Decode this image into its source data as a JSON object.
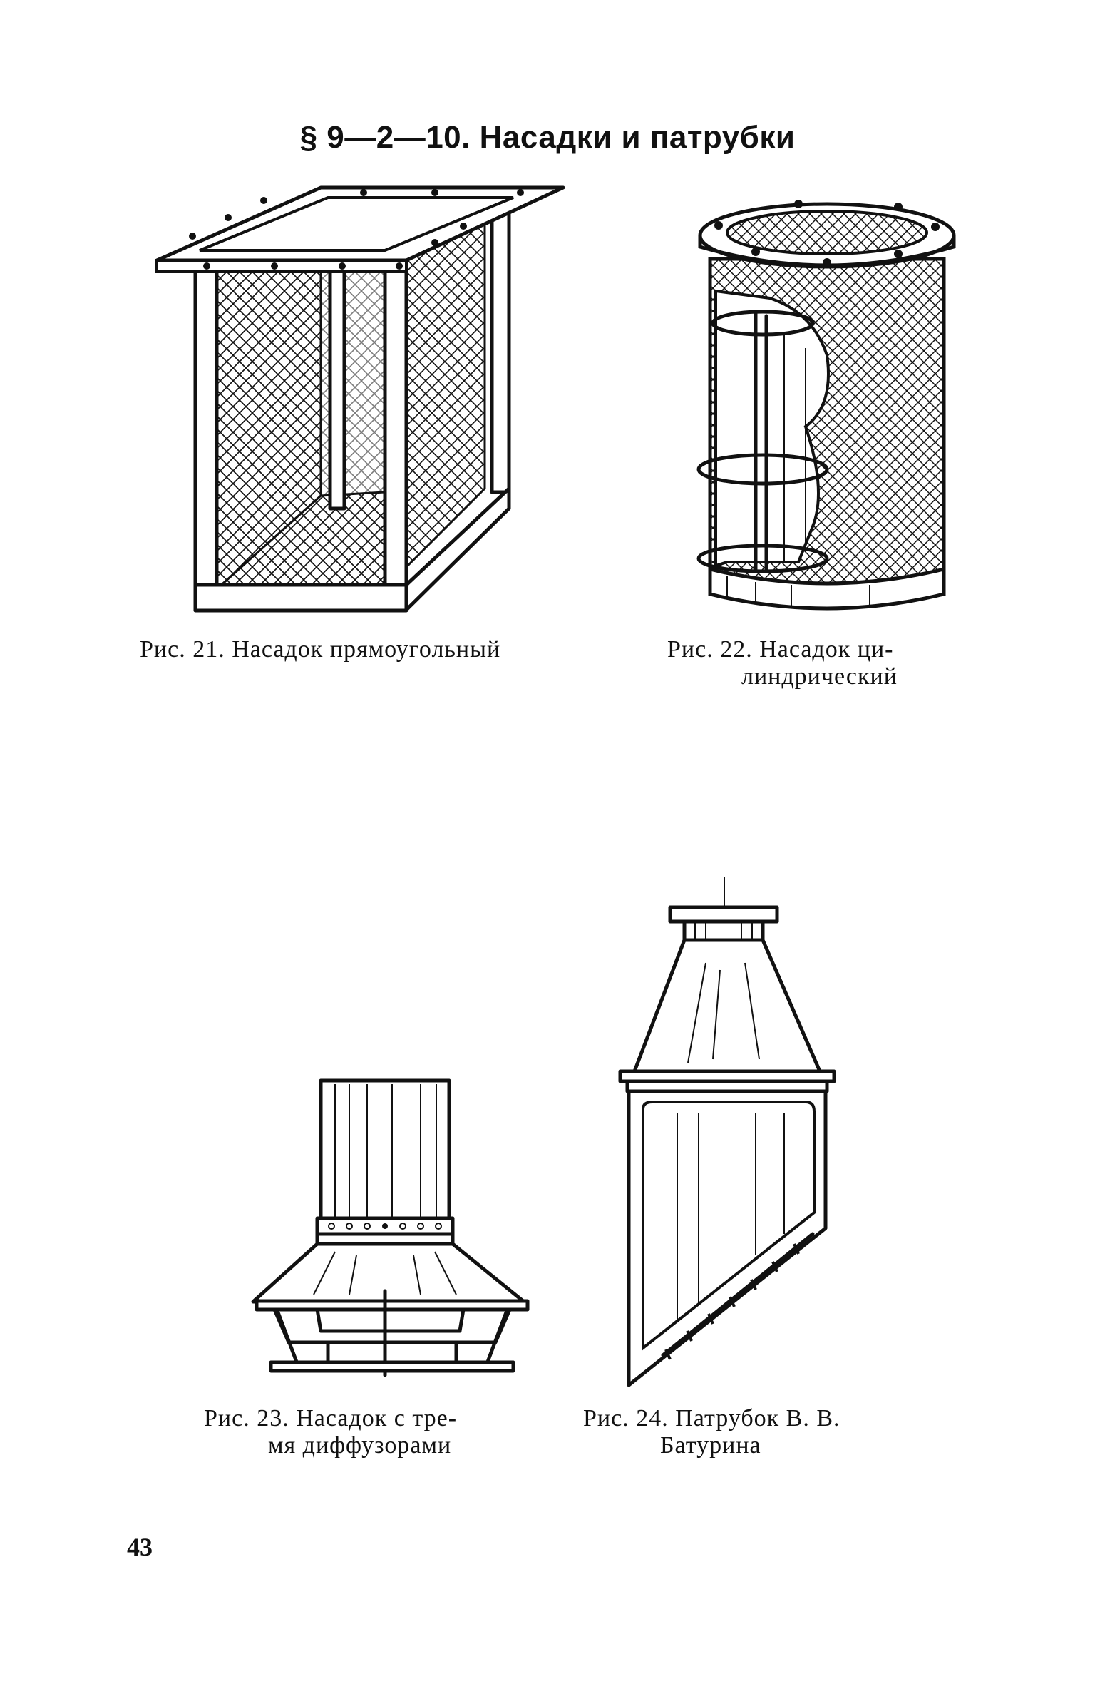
{
  "section_title": "§ 9—2—10. Насадки и патрубки",
  "figures": [
    {
      "caption": "Рис. 21. Насадок прямоугольный"
    },
    {
      "caption_line1": "Рис. 22. Насадок ци-",
      "caption_line2": "линдрический"
    },
    {
      "caption_line1": "Рис. 23. Насадок с тре-",
      "caption_line2": "мя диффузорами"
    },
    {
      "caption_line1": "Рис. 24. Патрубок В. В.",
      "caption_line2": "Батурина"
    }
  ],
  "page_number": "43"
}
